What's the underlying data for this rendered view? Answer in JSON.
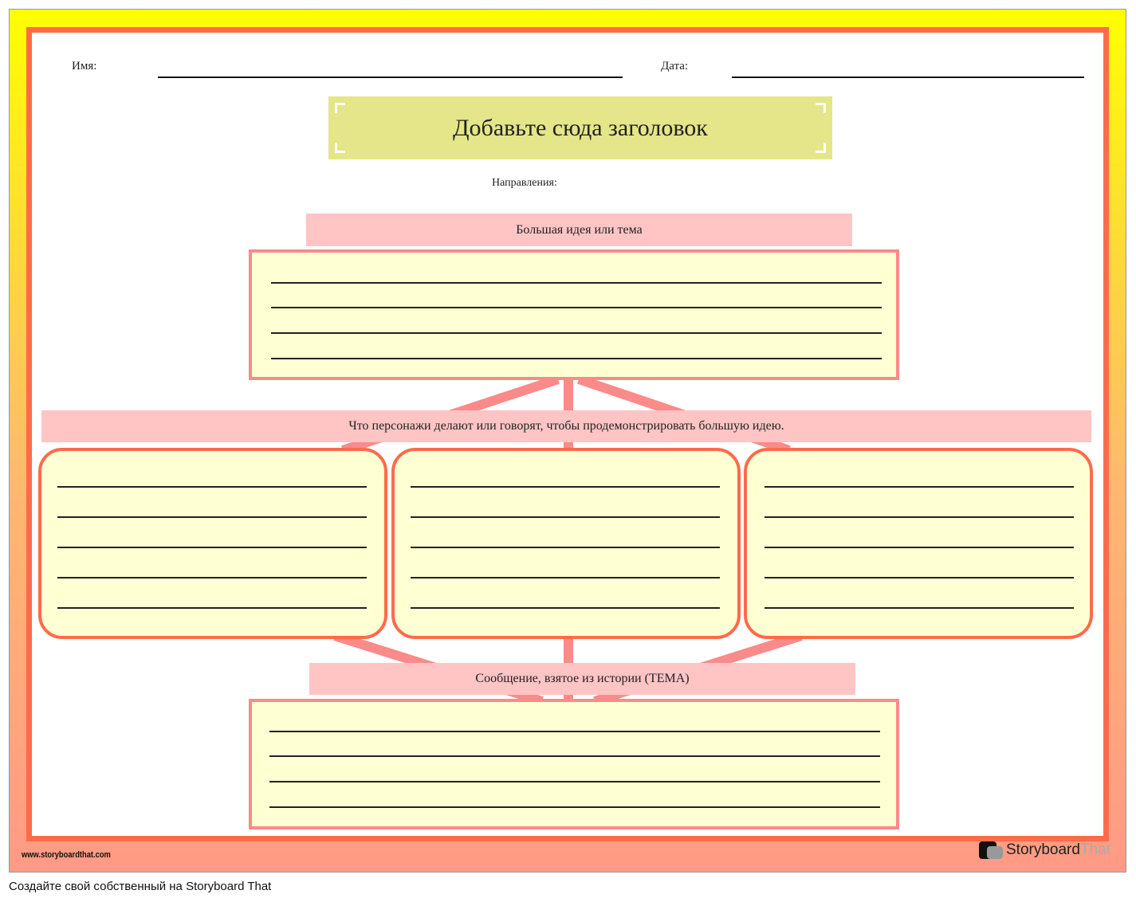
{
  "header": {
    "name_label": "Имя:",
    "date_label": "Дата:"
  },
  "title": "Добавьте сюда заголовок",
  "directions_label": "Направления:",
  "sections": {
    "big_idea": "Большая идея или тема",
    "evidence": "Что персонажи делают или говорят, чтобы продемонстрировать большую идею.",
    "message": "Сообщение, взятое из истории (ТЕМА)"
  },
  "footer": {
    "url": "www.storyboardthat.com",
    "logo_story": "Storyboard",
    "logo_that": "That",
    "caption": "Создайте свой собственный на Storyboard That"
  },
  "colors": {
    "border": "#ff6b4a",
    "band": "#ffc4c4",
    "box": "#ffffd4",
    "title_bg": "#e5e589"
  }
}
